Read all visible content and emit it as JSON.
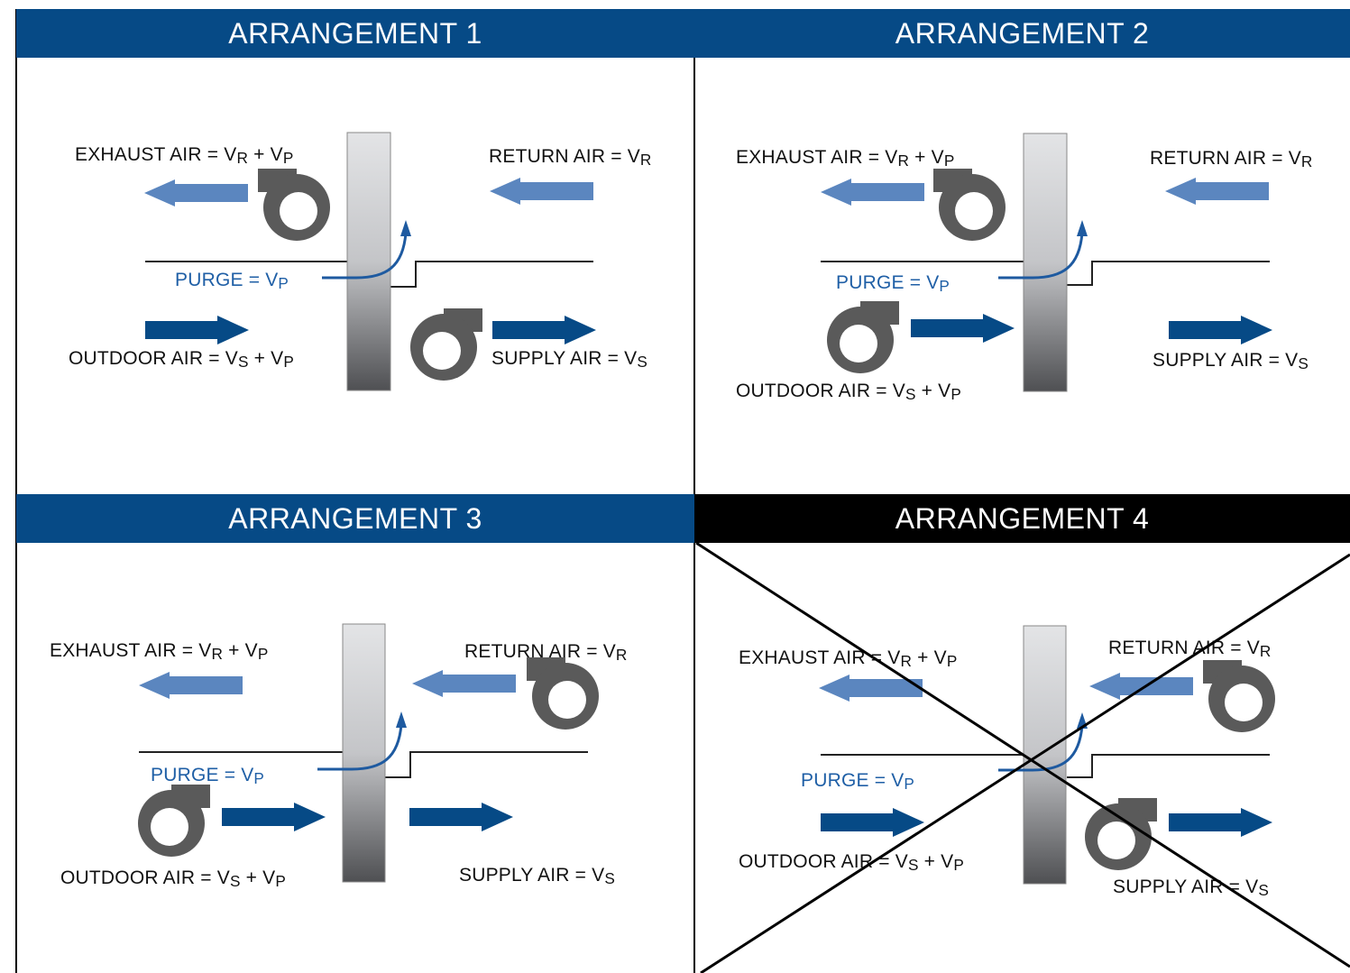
{
  "colors": {
    "header_blue": "#064a86",
    "header_black": "#000000",
    "light_arrow": "#5b86bf",
    "dark_arrow": "#064a86",
    "fan_gray": "#5a5a5a",
    "purge_text": "#1f5fa6"
  },
  "icons": [
    "fan-icon",
    "arrow-left-icon",
    "arrow-right-icon",
    "purge-arrow-icon",
    "wheel-icon"
  ],
  "panels": [
    {
      "title": "ARRANGEMENT 1",
      "exhaust": {
        "text": "EXHAUST AIR = V",
        "s1": "R",
        "mid": " + V",
        "s2": "P"
      },
      "return": {
        "text": "RETURN AIR = V",
        "s1": "R"
      },
      "purge": {
        "text": "PURGE = V",
        "s1": "P"
      },
      "outdoor": {
        "text": "OUTDOOR AIR = V",
        "s1": "S",
        "mid": " + V",
        "s2": "P"
      },
      "supply": {
        "text": "SUPPLY AIR = V",
        "s1": "S"
      }
    },
    {
      "title": "ARRANGEMENT 2",
      "exhaust": {
        "text": "EXHAUST AIR = V",
        "s1": "R",
        "mid": " + V",
        "s2": "P"
      },
      "return": {
        "text": "RETURN AIR = V",
        "s1": "R"
      },
      "purge": {
        "text": "PURGE = V",
        "s1": "P"
      },
      "outdoor": {
        "text": "OUTDOOR AIR = V",
        "s1": "S",
        "mid": " + V",
        "s2": "P"
      },
      "supply": {
        "text": "SUPPLY AIR = V",
        "s1": "S"
      }
    },
    {
      "title": "ARRANGEMENT 3",
      "exhaust": {
        "text": "EXHAUST AIR = V",
        "s1": "R",
        "mid": " + V",
        "s2": "P"
      },
      "return": {
        "text": "RETURN AIR = V",
        "s1": "R"
      },
      "purge": {
        "text": "PURGE = V",
        "s1": "P"
      },
      "outdoor": {
        "text": "OUTDOOR AIR = V",
        "s1": "S",
        "mid": " + V",
        "s2": "P"
      },
      "supply": {
        "text": "SUPPLY AIR = V",
        "s1": "S"
      }
    },
    {
      "title": "ARRANGEMENT 4",
      "exhaust": {
        "text": "EXHAUST AIR = V",
        "s1": "R",
        "mid": " + V",
        "s2": "P"
      },
      "return": {
        "text": "RETURN AIR = V",
        "s1": "R"
      },
      "purge": {
        "text": "PURGE = V",
        "s1": "P"
      },
      "outdoor": {
        "text": "OUTDOOR AIR = V",
        "s1": "S",
        "mid": " + V",
        "s2": "P"
      },
      "supply": {
        "text": "SUPPLY AIR = V",
        "s1": "S"
      },
      "crossed_out": true
    }
  ]
}
